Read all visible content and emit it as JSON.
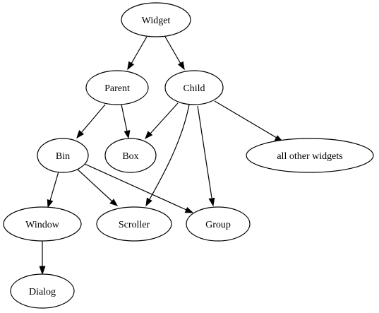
{
  "diagram": {
    "nodes": [
      {
        "id": "widget",
        "label": "Widget"
      },
      {
        "id": "parent",
        "label": "Parent"
      },
      {
        "id": "child",
        "label": "Child"
      },
      {
        "id": "bin",
        "label": "Bin"
      },
      {
        "id": "box",
        "label": "Box"
      },
      {
        "id": "all_other",
        "label": "all other widgets"
      },
      {
        "id": "window",
        "label": "Window"
      },
      {
        "id": "scroller",
        "label": "Scroller"
      },
      {
        "id": "group",
        "label": "Group"
      },
      {
        "id": "dialog",
        "label": "Dialog"
      }
    ],
    "edges": [
      {
        "from": "widget",
        "to": "parent"
      },
      {
        "from": "widget",
        "to": "child"
      },
      {
        "from": "parent",
        "to": "bin"
      },
      {
        "from": "parent",
        "to": "box"
      },
      {
        "from": "child",
        "to": "box"
      },
      {
        "from": "child",
        "to": "all_other"
      },
      {
        "from": "child",
        "to": "scroller"
      },
      {
        "from": "child",
        "to": "group"
      },
      {
        "from": "bin",
        "to": "window"
      },
      {
        "from": "bin",
        "to": "scroller"
      },
      {
        "from": "bin",
        "to": "group"
      },
      {
        "from": "window",
        "to": "dialog"
      }
    ]
  }
}
